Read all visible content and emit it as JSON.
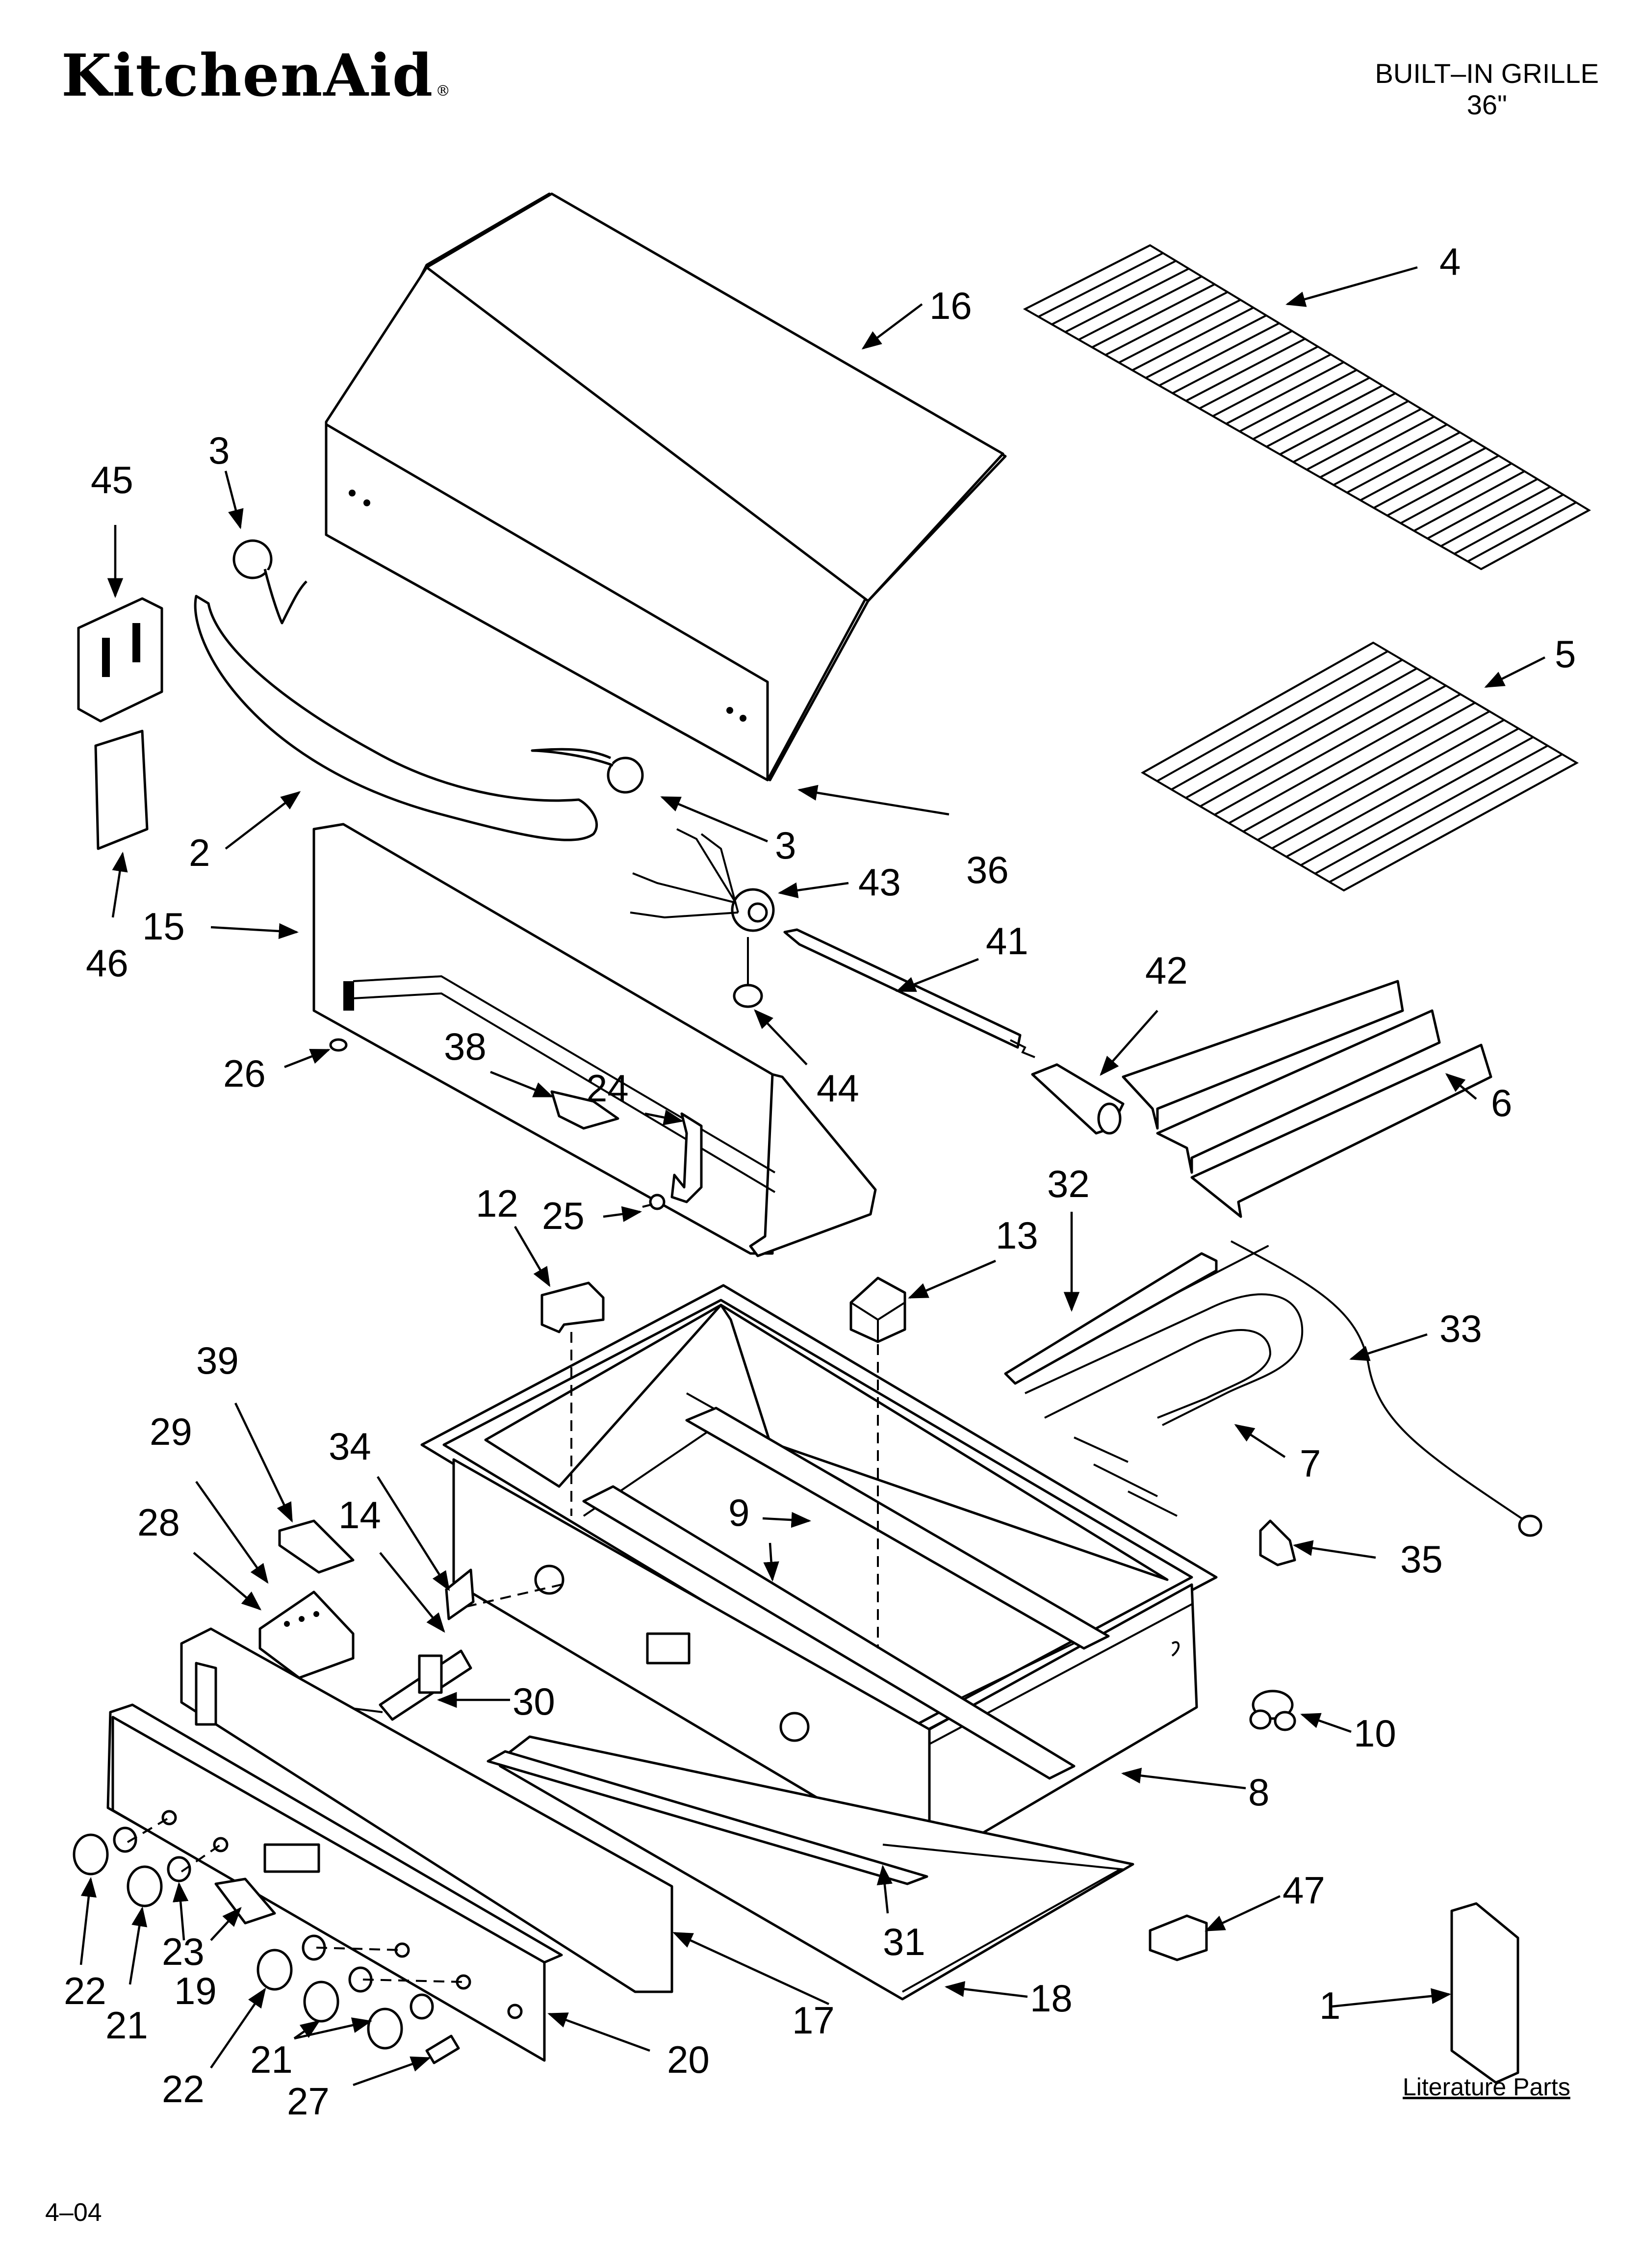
{
  "header": {
    "brand": "KitchenAid",
    "brand_mark": "®",
    "model_line1": "BUILT–IN GRILLE",
    "model_line2": "36\""
  },
  "footer": {
    "date_code": "4–04",
    "literature_label": "Literature Parts"
  },
  "callouts": {
    "c1": "1",
    "c2": "2",
    "c3a": "3",
    "c3b": "3",
    "c4": "4",
    "c5": "5",
    "c6": "6",
    "c7": "7",
    "c8": "8",
    "c9": "9",
    "c10": "10",
    "c12": "12",
    "c13": "13",
    "c14": "14",
    "c15": "15",
    "c16": "16",
    "c17": "17",
    "c18": "18",
    "c19": "19",
    "c20": "20",
    "c21a": "21",
    "c21b": "21",
    "c22a": "22",
    "c22b": "22",
    "c23": "23",
    "c24": "24",
    "c25": "25",
    "c26": "26",
    "c27": "27",
    "c28": "28",
    "c29": "29",
    "c30": "30",
    "c31": "31",
    "c32": "32",
    "c33": "33",
    "c34": "34",
    "c35": "35",
    "c36": "36",
    "c38": "38",
    "c39": "39",
    "c41": "41",
    "c42": "42",
    "c43": "43",
    "c44": "44",
    "c45": "45",
    "c46": "46",
    "c47": "47"
  }
}
